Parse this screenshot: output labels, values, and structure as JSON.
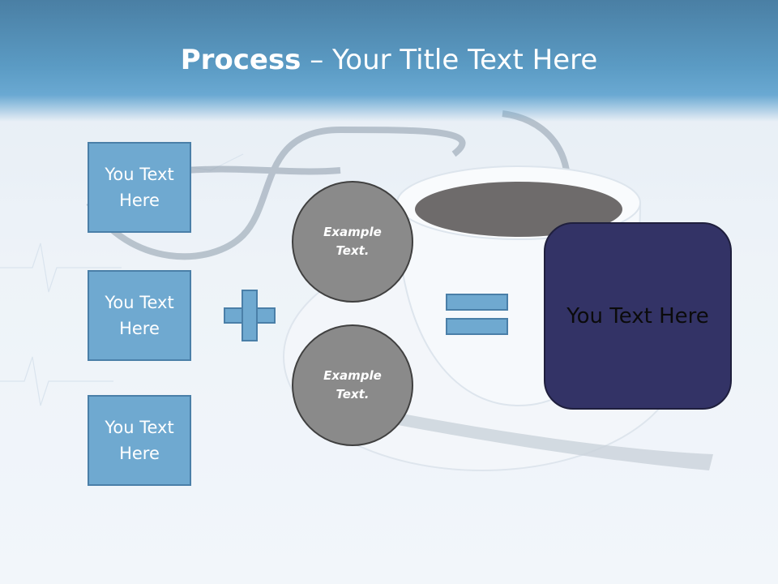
{
  "header": {
    "title_bold": "Process",
    "title_rest": " – Your Title Text Here"
  },
  "left_boxes": [
    {
      "label": "You Text Here"
    },
    {
      "label": "You Text Here"
    },
    {
      "label": "You Text Here"
    }
  ],
  "circles": [
    {
      "label": "Example Text."
    },
    {
      "label": "Example Text."
    }
  ],
  "result": {
    "label": "You Text Here"
  },
  "colors": {
    "header_blue": "#5b9bc4",
    "box_fill": "#6fa9d0",
    "box_border": "#4a7fa8",
    "circle_fill": "#8a8a8a",
    "result_fill": "#333366"
  },
  "icons": {
    "operator_1": "plus-icon",
    "operator_2": "equals-icon"
  }
}
